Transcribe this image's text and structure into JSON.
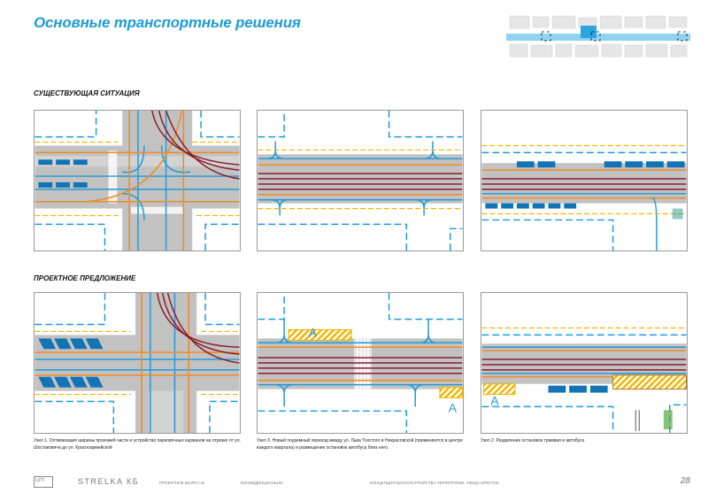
{
  "title": "Основные транспортные решения",
  "sections": {
    "existing": "СУЩЕСТВУЮЩАЯ СИТУАЦИЯ",
    "proposed": "ПРОЕКТНОЕ ПРЕДЛОЖЕНИЕ"
  },
  "captions": [
    "Узел 1. Оптимизация ширины проезжей части и устройство парковочных карманов на отрезке от ул. Шостаковича до ул. Красноармейской",
    "Узел 3. Новый подземный переход между ул. Льва Толстого и Некрасовской (применяются в центре каждого квартала) и размещение остановок автобуса близ него.",
    "Узел 2. Разделение остановок трамвая и автобуса"
  ],
  "stop_marker": "A",
  "footer": {
    "logo_text": "ЦГП",
    "strelka": "STRELKA КБ",
    "project": "ПРОЕКТНОЕ БЮРО Г.М.",
    "confidential": "КОНФИДЕНЦИАЛЬНО",
    "concept": "КОНЦЕПЦИЯ БЛАГОУСТРОЙСТВА ТЕРРИТОРИИ. УЛИЦА ИРКУТСК",
    "page": "28"
  },
  "colors": {
    "accent": "#1f9bd7",
    "road": "#b9b9b9",
    "tram": "#8a1c2c",
    "car": "#f08a24",
    "bus_stop": "#1273b5",
    "hatch": "#f4b400"
  }
}
